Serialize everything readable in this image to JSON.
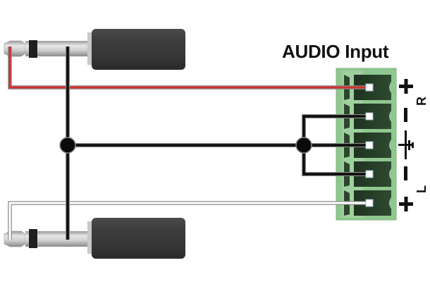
{
  "title": "AUDIO Input",
  "terminals": [
    {
      "symbol": "+",
      "channel": "R",
      "wire": "red"
    },
    {
      "symbol": "−",
      "channel": "R",
      "wire": "black"
    },
    {
      "symbol": "ground",
      "channel": "",
      "wire": "black"
    },
    {
      "symbol": "−",
      "channel": "L",
      "wire": "black"
    },
    {
      "symbol": "+",
      "channel": "L",
      "wire": "white"
    }
  ],
  "channel_labels": {
    "right": "R",
    "left": "L"
  },
  "plus_symbol": "+",
  "minus_symbol": "−",
  "colors": {
    "wire_red": "#d0312d",
    "wire_black": "#0a0a0a",
    "wire_white": "#ffffff",
    "terminal_block": "#8fc78f",
    "plug_body": "#3a3a3a"
  }
}
